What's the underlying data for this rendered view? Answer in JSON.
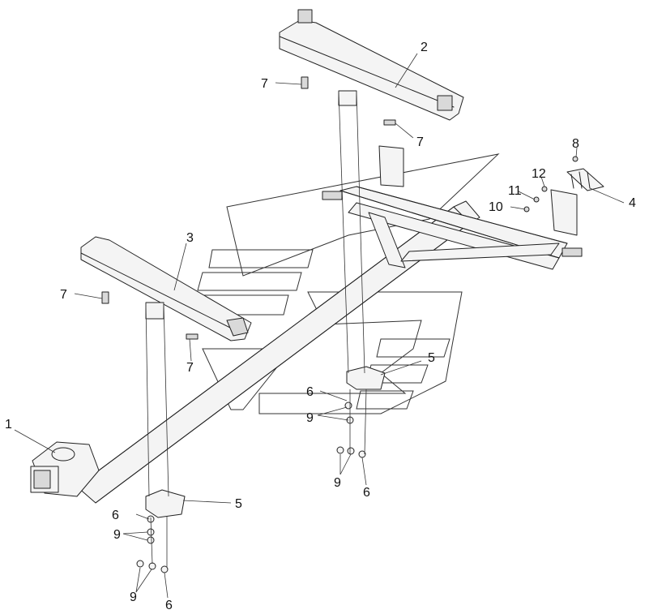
{
  "callouts": [
    {
      "id": "c1",
      "label": "1"
    },
    {
      "id": "c2",
      "label": "2"
    },
    {
      "id": "c3",
      "label": "3"
    },
    {
      "id": "c4",
      "label": "4"
    },
    {
      "id": "c5a",
      "label": "5"
    },
    {
      "id": "c5b",
      "label": "5"
    },
    {
      "id": "c6a",
      "label": "6"
    },
    {
      "id": "c6b",
      "label": "6"
    },
    {
      "id": "c6c",
      "label": "6"
    },
    {
      "id": "c6d",
      "label": "6"
    },
    {
      "id": "c7a",
      "label": "7"
    },
    {
      "id": "c7b",
      "label": "7"
    },
    {
      "id": "c7c",
      "label": "7"
    },
    {
      "id": "c7d",
      "label": "7"
    },
    {
      "id": "c8",
      "label": "8"
    },
    {
      "id": "c9a",
      "label": "9"
    },
    {
      "id": "c9b",
      "label": "9"
    },
    {
      "id": "c9c",
      "label": "9"
    },
    {
      "id": "c9d",
      "label": "9"
    },
    {
      "id": "c10",
      "label": "10"
    },
    {
      "id": "c11",
      "label": "11"
    },
    {
      "id": "c12",
      "label": "12"
    }
  ]
}
